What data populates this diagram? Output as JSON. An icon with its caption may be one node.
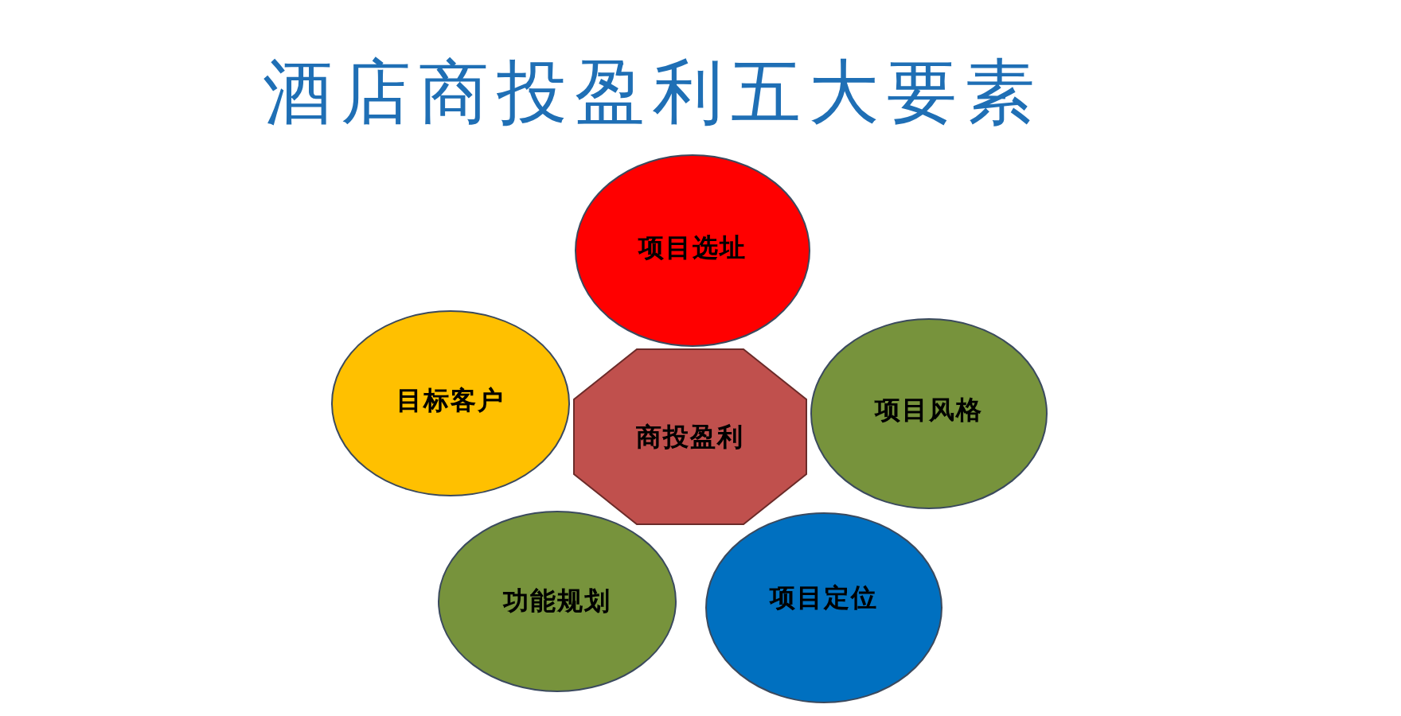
{
  "diagram": {
    "title": "酒店商投盈利五大要素",
    "nodes": [
      {
        "text": [
          "项目选址"
        ]
      },
      {
        "text": [
          "目标客户"
        ]
      },
      {
        "text": [
          "商投盈利"
        ]
      },
      {
        "text": [
          "项目风格"
        ]
      },
      {
        "text": [
          "功能规划"
        ]
      },
      {
        "text": [
          "项目定位"
        ]
      }
    ]
  }
}
